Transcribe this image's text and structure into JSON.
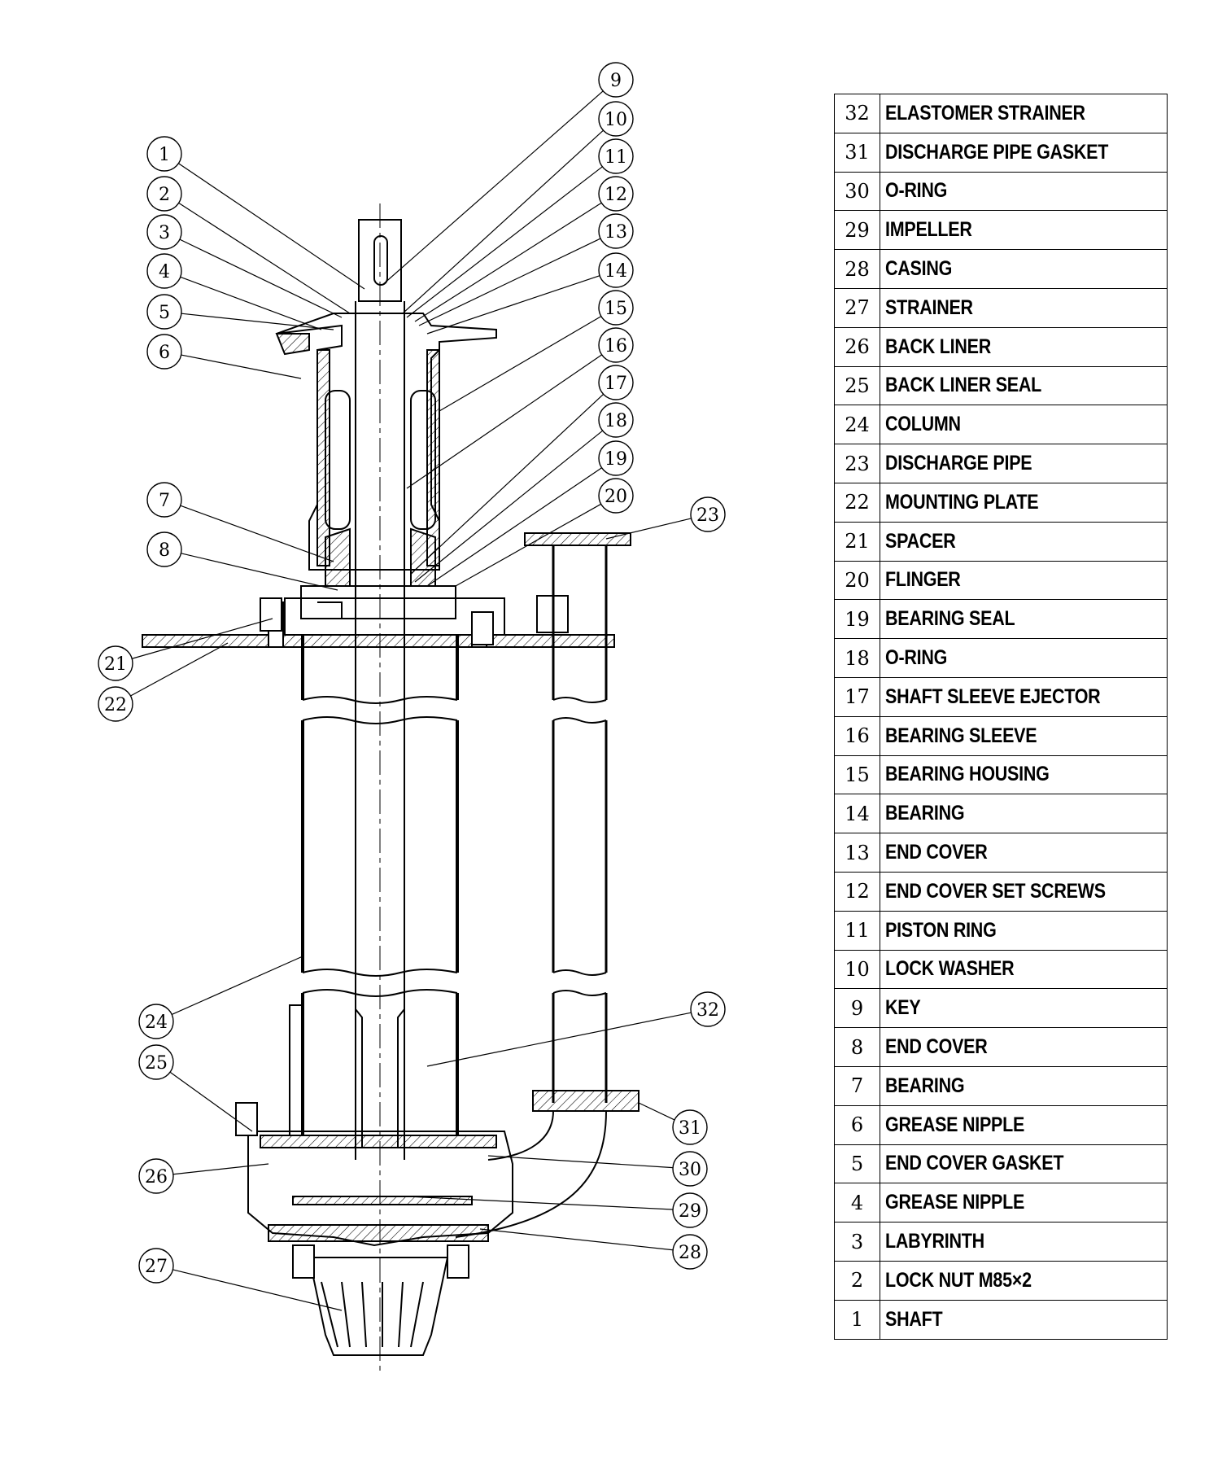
{
  "parts": [
    {
      "no": "32",
      "name": "ELASTOMER STRAINER"
    },
    {
      "no": "31",
      "name": "DISCHARGE PIPE GASKET"
    },
    {
      "no": "30",
      "name": "O-RING"
    },
    {
      "no": "29",
      "name": "IMPELLER"
    },
    {
      "no": "28",
      "name": "CASING"
    },
    {
      "no": "27",
      "name": "STRAINER"
    },
    {
      "no": "26",
      "name": "BACK LINER"
    },
    {
      "no": "25",
      "name": "BACK LINER SEAL"
    },
    {
      "no": "24",
      "name": "COLUMN"
    },
    {
      "no": "23",
      "name": "DISCHARGE PIPE"
    },
    {
      "no": "22",
      "name": "MOUNTING PLATE"
    },
    {
      "no": "21",
      "name": "SPACER"
    },
    {
      "no": "20",
      "name": "FLINGER"
    },
    {
      "no": "19",
      "name": "BEARING SEAL"
    },
    {
      "no": "18",
      "name": "O-RING"
    },
    {
      "no": "17",
      "name": "SHAFT SLEEVE EJECTOR"
    },
    {
      "no": "16",
      "name": "BEARING SLEEVE"
    },
    {
      "no": "15",
      "name": "BEARING HOUSING"
    },
    {
      "no": "14",
      "name": "BEARING"
    },
    {
      "no": "13",
      "name": "END COVER"
    },
    {
      "no": "12",
      "name": "END COVER SET SCREWS"
    },
    {
      "no": "11",
      "name": "PISTON RING"
    },
    {
      "no": "10",
      "name": "LOCK WASHER"
    },
    {
      "no": "9",
      "name": "KEY"
    },
    {
      "no": "8",
      "name": "END COVER"
    },
    {
      "no": "7",
      "name": "BEARING"
    },
    {
      "no": "6",
      "name": "GREASE NIPPLE"
    },
    {
      "no": "5",
      "name": "END COVER GASKET"
    },
    {
      "no": "4",
      "name": "GREASE NIPPLE"
    },
    {
      "no": "3",
      "name": "LABYRINTH"
    },
    {
      "no": "2",
      "name": "LOCK NUT M85×2"
    },
    {
      "no": "1",
      "name": "SHAFT"
    }
  ],
  "callouts": [
    "1",
    "2",
    "3",
    "4",
    "5",
    "6",
    "7",
    "8",
    "9",
    "10",
    "11",
    "12",
    "13",
    "14",
    "15",
    "16",
    "17",
    "18",
    "19",
    "20",
    "21",
    "22",
    "23",
    "24",
    "25",
    "26",
    "27",
    "28",
    "29",
    "30",
    "31",
    "32"
  ],
  "colors": {
    "line": "#000000",
    "background": "#ffffff"
  }
}
